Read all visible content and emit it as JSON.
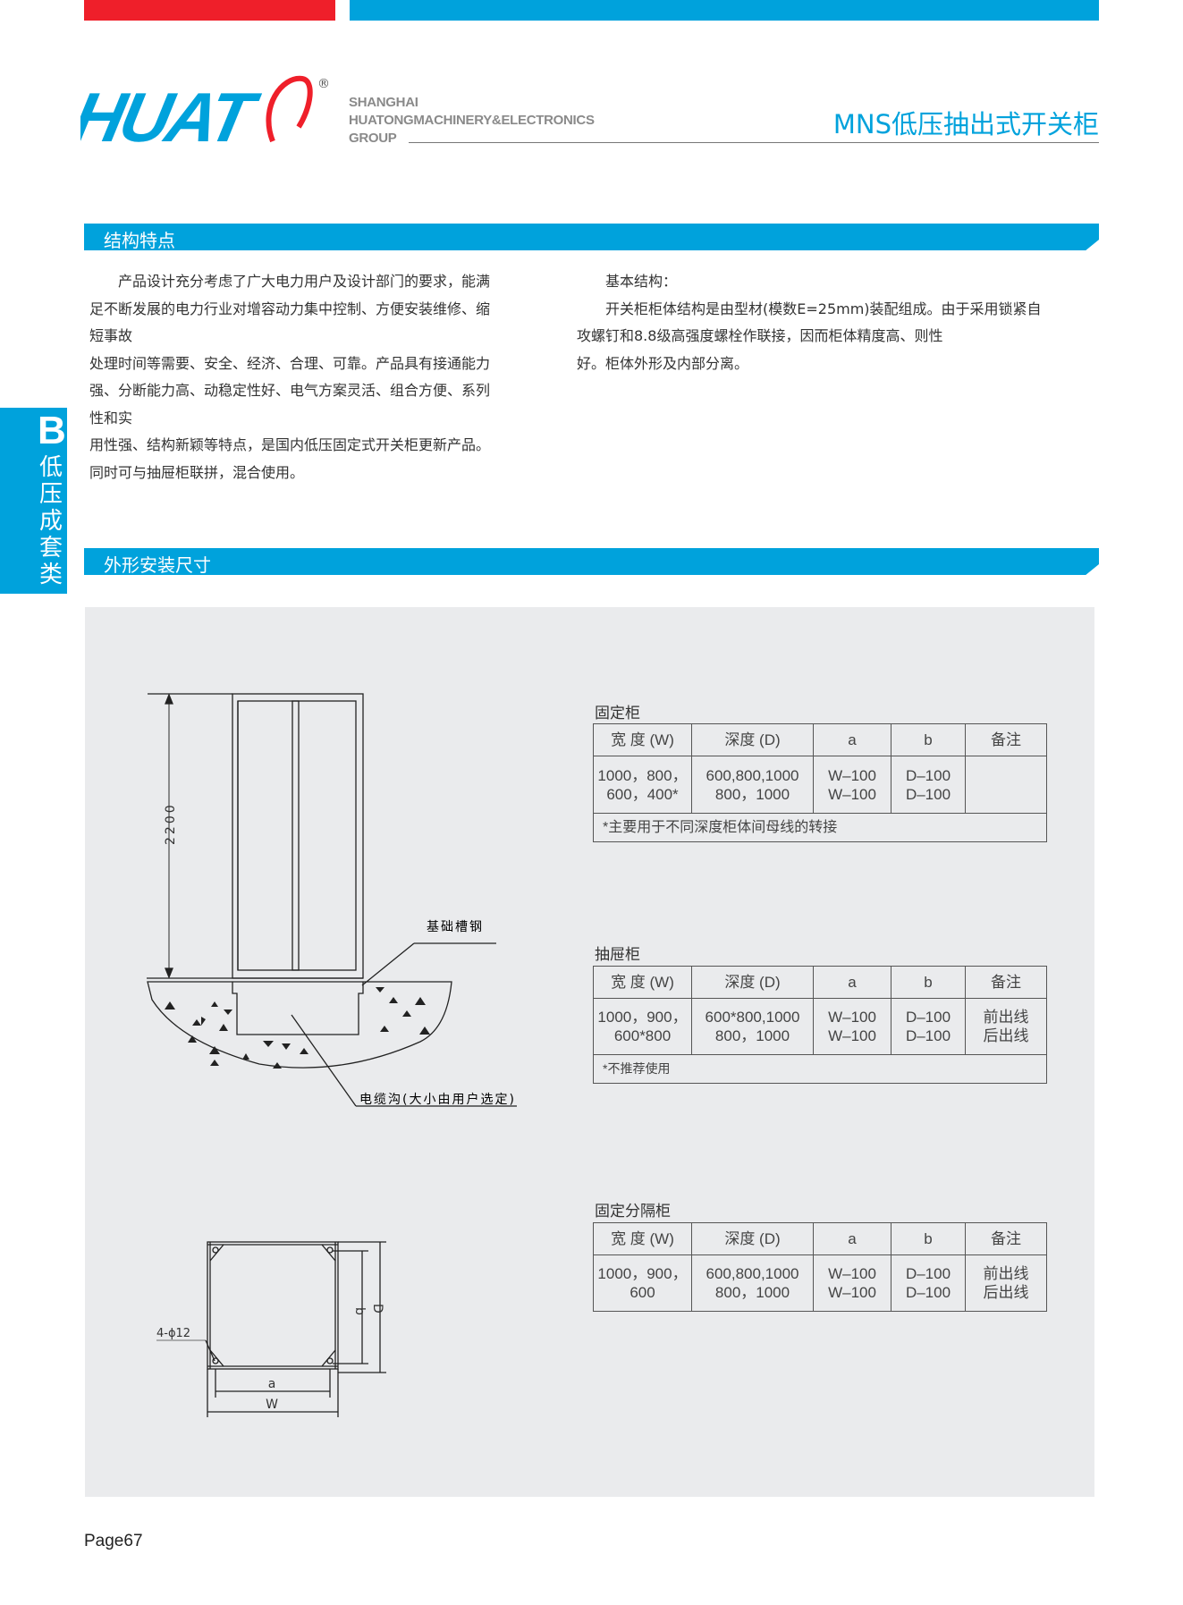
{
  "header": {
    "logo_text": "HUAT",
    "registered": "®",
    "company_lines": [
      "SHANGHAI",
      "HUATONGMACHINERY&ELECTRONICS",
      "GROUP"
    ],
    "title": "MNS低压抽出式开关柜"
  },
  "side_tab": {
    "letter": "B",
    "label": [
      "低",
      "压",
      "成",
      "套",
      "类"
    ]
  },
  "section1": {
    "title": "结构特点",
    "left_lines": [
      "　　产品设计充分考虑了广大电力用户及设计部门的要求，能满",
      "足不断发展的电力行业对增容动力集中控制、方便安装维修、缩",
      "短事故",
      "处理时间等需要、安全、经济、合理、可靠。产品具有接通能力",
      "强、分断能力高、动稳定性好、电气方案灵活、组合方便、系列",
      "性和实",
      "用性强、结构新颖等特点，是国内低压固定式开关柜更新产品。",
      "同时可与抽屉柜联拼，混合使用。"
    ],
    "right_lines": [
      "　　基本结构：",
      "　　开关柜柜体结构是由型材(模数E=25mm)装配组成。由于采用锁紧自",
      "攻螺钉和8.8级高强度螺栓作联接，因而柜体精度高、则性",
      "好。柜体外形及内部分离。"
    ]
  },
  "section2": {
    "title": "外形安装尺寸"
  },
  "drawing": {
    "height_dim": "2200",
    "label_channel": "基础槽钢",
    "label_trench": "电缆沟(大小由用户选定)",
    "hole_label": "4-ϕ12",
    "dim_a": "a",
    "dim_w": "W",
    "dim_b": "b",
    "dim_d": "D"
  },
  "headers": [
    "宽 度 (W)",
    "深度 (D)",
    "a",
    "b",
    "备注"
  ],
  "tables": [
    {
      "caption": "固定柜",
      "width": [
        "1000，800，",
        "600，400*"
      ],
      "depth": [
        "600,800,1000",
        "800，1000"
      ],
      "a": [
        "W–100",
        "W–100"
      ],
      "b": [
        "D–100",
        "D–100"
      ],
      "note": [
        "",
        ""
      ],
      "footnote": "*主要用于不同深度柜体间母线的转接"
    },
    {
      "caption": "抽屉柜",
      "width": [
        "1000，900，",
        "600*800"
      ],
      "depth": [
        "600*800,1000",
        "800，1000"
      ],
      "a": [
        "W–100",
        "W–100"
      ],
      "b": [
        "D–100",
        "D–100"
      ],
      "note": [
        "前出线",
        "后出线"
      ],
      "footnote": "*不推荐使用"
    },
    {
      "caption": "固定分隔柜",
      "width": [
        "1000，900，",
        "600"
      ],
      "depth": [
        "600,800,1000",
        "800，1000"
      ],
      "a": [
        "W–100",
        "W–100"
      ],
      "b": [
        "D–100",
        "D–100"
      ],
      "note": [
        "前出线",
        "后出线"
      ]
    }
  ],
  "footer": {
    "page": "Page67"
  },
  "colors": {
    "blue": "#00a2dc",
    "red": "#ef1f2a",
    "panel": "#eaebed"
  }
}
